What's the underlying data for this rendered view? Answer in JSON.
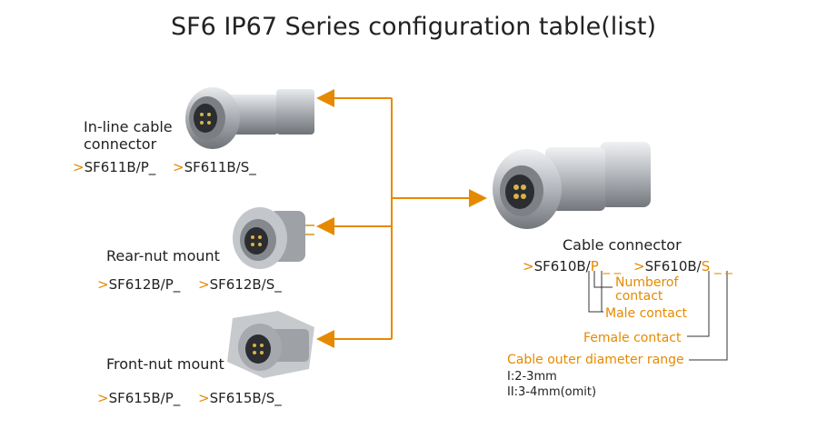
{
  "title": "SF6 IP67 Series configuration table(list)",
  "colors": {
    "accent": "#e58a00",
    "text": "#222222",
    "metal": "#b8bcc2"
  },
  "inline": {
    "label_line1": "In-line cable",
    "label_line2": "connector",
    "code_p": "SF611B/P_",
    "code_s": "SF611B/S_"
  },
  "rear": {
    "label": "Rear-nut mount",
    "code_p": "SF612B/P_",
    "code_s": "SF612B/S_"
  },
  "front": {
    "label": "Front-nut mount",
    "code_p": "SF615B/P_",
    "code_s": "SF615B/S_"
  },
  "cable": {
    "label": "Cable connector",
    "code_p_prefix": "SF610B/",
    "code_p_suffix": "P _ _",
    "code_s_prefix": "SF610B/",
    "code_s_suffix": "S _ _"
  },
  "chevron": ">",
  "annotations": {
    "number_of_contact_1": "Numberof",
    "number_of_contact_2": "contact",
    "male_contact": "Male contact",
    "female_contact": "Female contact",
    "cable_od_range": "Cable outer diameter range",
    "range_1": "I:2-3mm",
    "range_2": "II:3-4mm(omit)"
  }
}
